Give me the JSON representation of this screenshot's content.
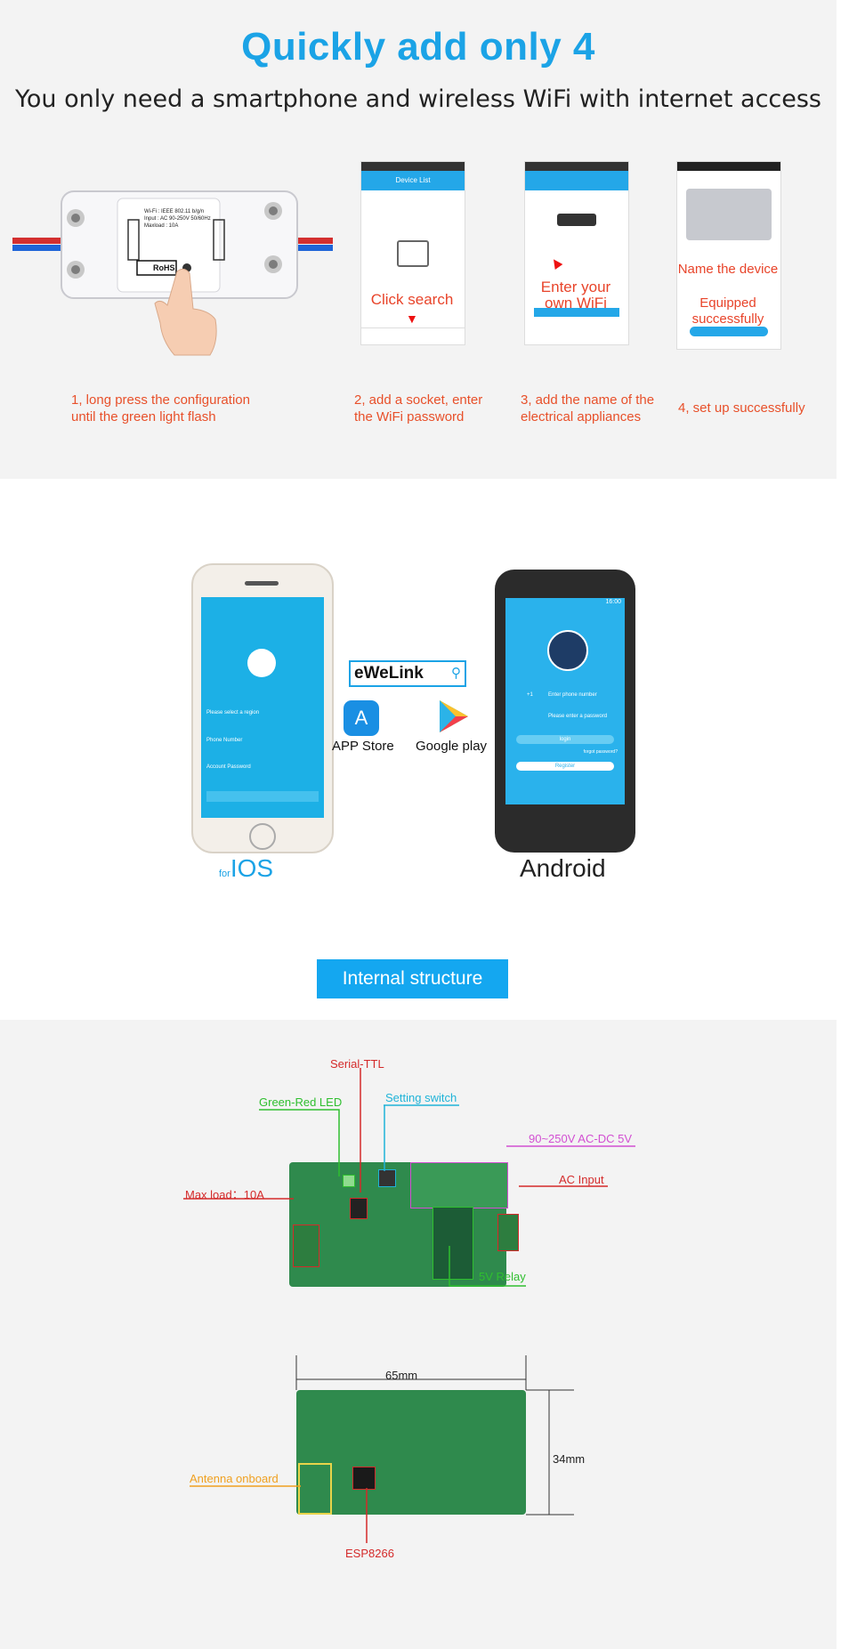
{
  "header": {
    "title": "Quickly add only 4",
    "subtitle": "You only need a smartphone and wireless WiFi with internet access"
  },
  "steps": [
    {
      "caption_line1": "1, long press the configuration",
      "caption_line2": "until the green light flash"
    },
    {
      "caption_line1": "2, add a socket, enter",
      "caption_line2": "the WiFi password",
      "screen_label": "Click search",
      "screen_title": "Device List"
    },
    {
      "caption_line1": "3, add the name of the",
      "caption_line2": "electrical appliances",
      "screen_label_1": "Enter your",
      "screen_label_2": "own WiFi"
    },
    {
      "caption_line1": "4, set up successfully",
      "caption_line2": "",
      "screen_label_1": "Name the device",
      "screen_label_2": "Equipped",
      "screen_label_3": "successfully"
    }
  ],
  "device": {
    "label_line1": "Wi-Fi : IEEE 802.11 b/g/n",
    "label_line2": "Input : AC 90-250V 50/60Hz",
    "label_line3": "Maxload : 10A",
    "rohs": "RoHS"
  },
  "apps": {
    "ewelink": "eWeLink",
    "app_store": "APP Store",
    "google_play": "Google play",
    "ios_prefix": "for",
    "ios_label": "IOS",
    "android_label": "Android",
    "ios_screen": {
      "region": "Please select a region",
      "phone": "Phone Number",
      "password": "Account Password"
    },
    "android_screen": {
      "phone": "Enter phone number",
      "password": "Please enter a password",
      "login": "login",
      "forgot": "forgot password?",
      "register": "Register",
      "time": "16:00",
      "code": "+1"
    }
  },
  "internal": {
    "button": "Internal structure",
    "labels": {
      "serial_ttl": "Serial-TTL",
      "green_red_led": "Green-Red LED",
      "setting_switch": "Setting switch",
      "power": "90~250V AC-DC 5V",
      "max_load": "Max load：10A",
      "ac_input": "AC Input",
      "relay": "5V Relay",
      "width": "65mm",
      "height": "34mm",
      "antenna": "Antenna onboard",
      "esp": "ESP8266"
    },
    "colors": {
      "red": "#d42a2a",
      "green": "#2fbf2f",
      "cyan": "#1fb3d8",
      "magenta": "#d24fd2",
      "orange": "#f0a020"
    }
  }
}
